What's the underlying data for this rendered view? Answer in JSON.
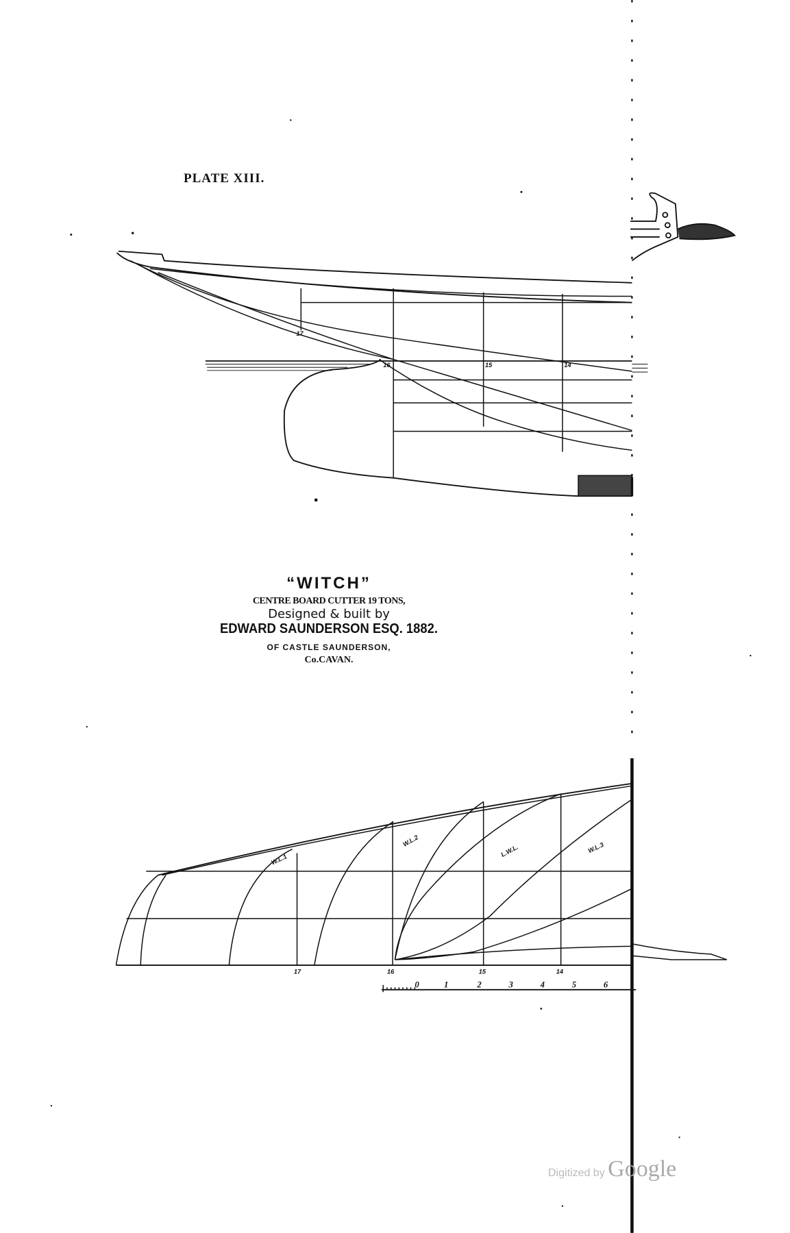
{
  "plate": "PLATE XIII.",
  "title": {
    "name": "“WITCH”",
    "type": "CENTRE BOARD CUTTER 19 TONS,",
    "designed": "Designed & built by",
    "designer": "EDWARD SAUNDERSON ESQ. 1882.",
    "of": "OF CASTLE SAUNDERSON,",
    "county": "Co.CAVAN."
  },
  "profile": {
    "stations": [
      "17",
      "16",
      "15",
      "14"
    ]
  },
  "half_breadth": {
    "stations": [
      "17",
      "16",
      "15",
      "14"
    ],
    "waterlines": [
      "W.L.1",
      "W.L.2",
      "L.W.L.",
      "W.L.3"
    ]
  },
  "scale": {
    "ticks": [
      "0",
      "1",
      "2",
      "3",
      "4",
      "5",
      "6"
    ]
  },
  "watermark": {
    "prefix": "Digitized by",
    "brand": "Google"
  },
  "colors": {
    "ink": "#111111",
    "paper": "#ffffff"
  }
}
